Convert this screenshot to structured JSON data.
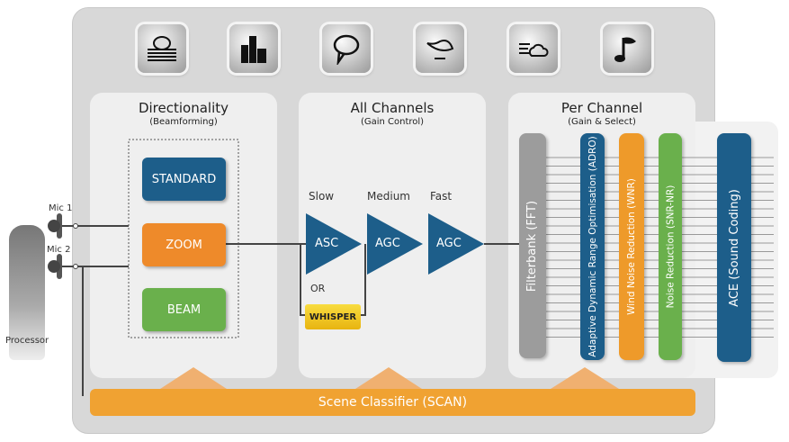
{
  "icons": [
    "speech-in-noise-icon",
    "noise-icon",
    "speech-icon",
    "quiet-icon",
    "wind-icon",
    "music-icon"
  ],
  "processor": {
    "label": "Processor",
    "mic1": "Mic 1",
    "mic2": "Mic 2"
  },
  "directionality": {
    "title": "Directionality",
    "subtitle": "(Beamforming)",
    "modes": [
      "STANDARD",
      "ZOOM",
      "BEAM"
    ]
  },
  "all_channels": {
    "title": "All Channels",
    "subtitle": "(Gain Control)",
    "speeds": [
      "Slow",
      "Medium",
      "Fast"
    ],
    "stages": [
      "ASC",
      "AGC",
      "AGC"
    ],
    "or": "OR",
    "alt": "WHISPER"
  },
  "per_channel": {
    "title": "Per Channel",
    "subtitle": "(Gain & Select)",
    "blocks": [
      "Filterbank (FFT)",
      "Adaptive Dynamic Range Optimisation (ADRO)",
      "Wind Noise Reduction (WNR)",
      "Noise Reduction (SNR-NR)",
      "ACE (Sound Coding)"
    ]
  },
  "scene_classifier": "Scene Classifier (SCAN)",
  "colors": {
    "blue": "#1d5e8a",
    "orange": "#ee8a2a",
    "green": "#6ab04c",
    "gray": "#9c9c9c",
    "yellow": "#f2c21a",
    "scan": "#f0a232"
  }
}
